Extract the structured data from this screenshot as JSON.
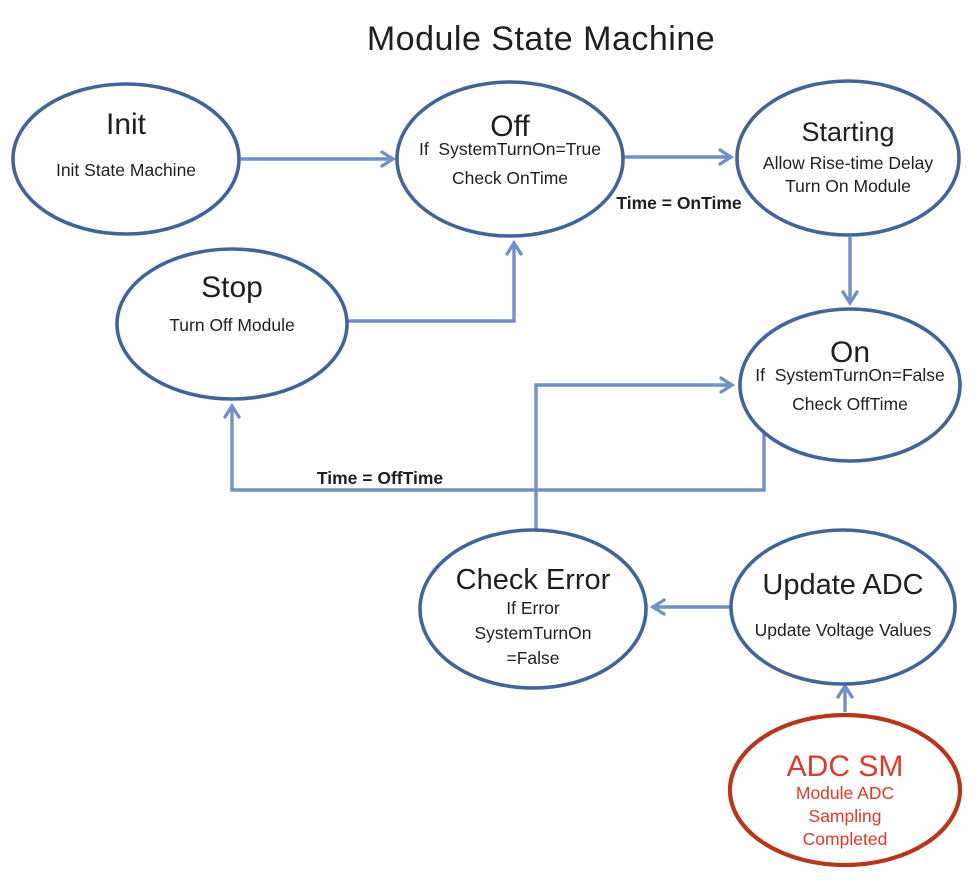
{
  "title": "Module State Machine",
  "colors": {
    "node_stroke": "#41659A",
    "arrow": "#7191C6",
    "error_stroke": "#B6371B",
    "error_text": "#DE3A2A",
    "text": "#1F1F1F"
  },
  "nodes": {
    "init": {
      "title": "Init",
      "lines": [
        "Init State Machine"
      ]
    },
    "off": {
      "title": "Off",
      "lines": [
        "If  SystemTurnOn=True",
        "Check OnTime"
      ]
    },
    "starting": {
      "title": "Starting",
      "lines": [
        "Allow Rise-time Delay",
        "Turn On Module"
      ]
    },
    "stop": {
      "title": "Stop",
      "lines": [
        "Turn Off Module"
      ]
    },
    "on": {
      "title": "On",
      "lines": [
        "If  SystemTurnOn=False",
        "Check OffTime"
      ]
    },
    "check_error": {
      "title": "Check Error",
      "lines": [
        "If Error",
        "SystemTurnOn",
        "=False"
      ]
    },
    "update_adc": {
      "title": "Update ADC",
      "lines": [
        "Update Voltage Values"
      ]
    },
    "adc_sm": {
      "title": "ADC SM",
      "lines": [
        "Module ADC",
        "Sampling",
        "Completed"
      ]
    }
  },
  "edge_labels": {
    "on_time": "Time = OnTime",
    "off_time": "Time = OffTime"
  }
}
